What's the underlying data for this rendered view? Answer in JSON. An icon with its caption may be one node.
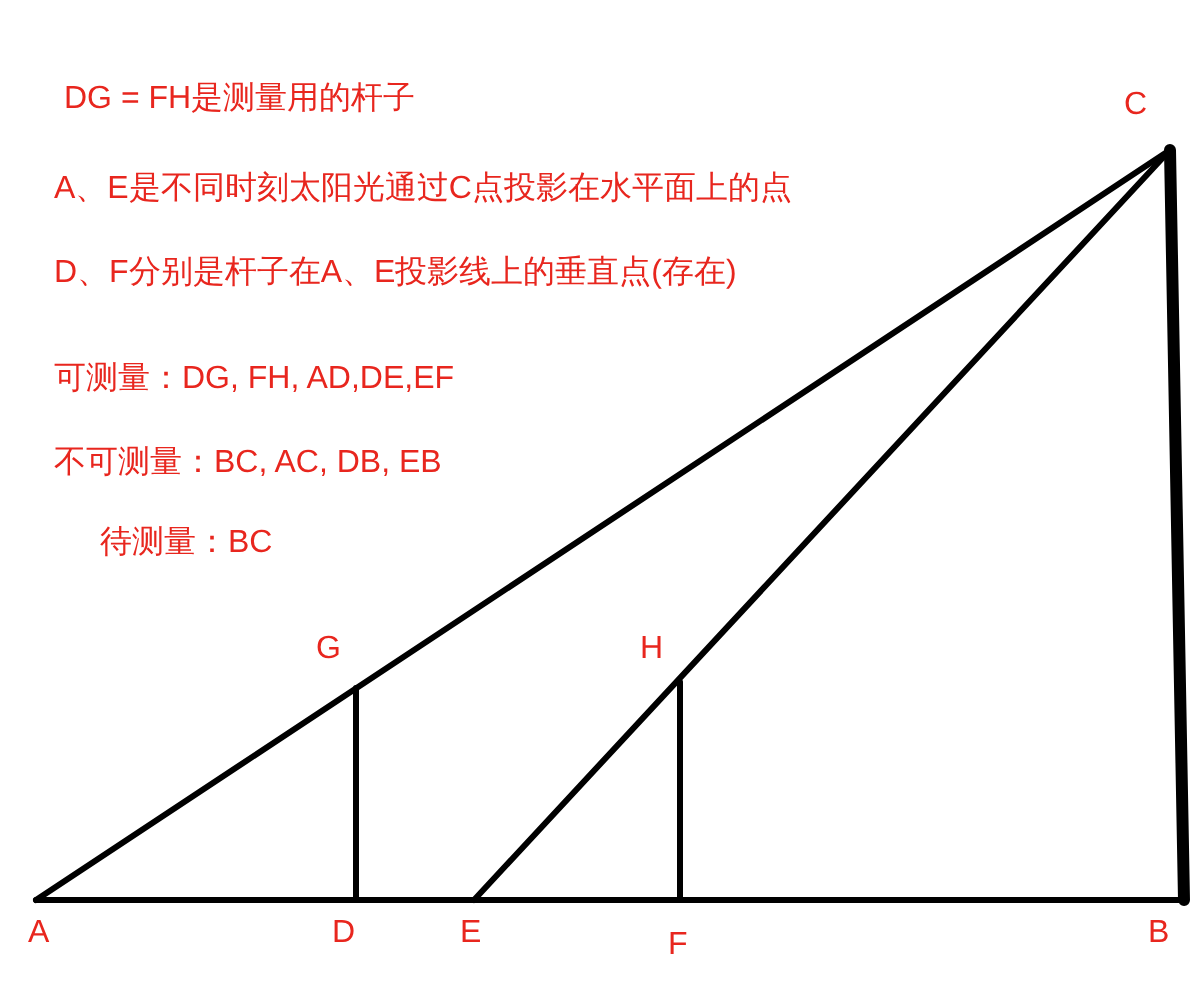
{
  "diagram": {
    "nodes": [
      {
        "text": [
          "A"
        ]
      },
      {
        "text": [
          "D"
        ]
      },
      {
        "text": [
          "E"
        ]
      },
      {
        "text": [
          "F"
        ]
      },
      {
        "text": [
          "B"
        ]
      },
      {
        "text": [
          "C"
        ]
      },
      {
        "text": [
          "G"
        ]
      },
      {
        "text": [
          "H"
        ]
      }
    ],
    "edges": [
      {
        "from": 0,
        "to": 5,
        "arrow": "none"
      },
      {
        "from": 2,
        "to": 5,
        "arrow": "none"
      },
      {
        "from": 4,
        "to": 5,
        "arrow": "none",
        "style": "thick"
      },
      {
        "from": 0,
        "to": 4,
        "arrow": "none"
      },
      {
        "from": 1,
        "to": 6,
        "arrow": "none"
      },
      {
        "from": 3,
        "to": 7,
        "arrow": "none"
      }
    ],
    "labels": [
      "DG = FH是测量用的杆子",
      "A、E是不同时刻太阳光通过C点投影在水平面上的点",
      "D、F分别是杆子在A、E投影线上的垂直点(存在)",
      "可测量：DG, FH, AD,DE,EF",
      "不可测量：BC, AC, DB, EB",
      "待测量：BC"
    ]
  }
}
